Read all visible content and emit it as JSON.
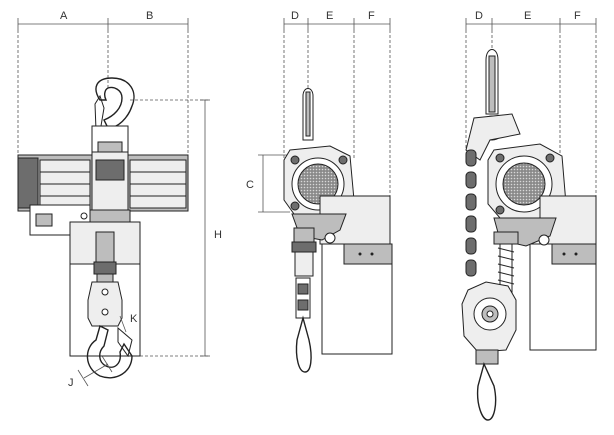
{
  "dimension_labels": {
    "A": "A",
    "B": "B",
    "C": "C",
    "D": "D",
    "E": "E",
    "F": "F",
    "H": "H",
    "J": "J",
    "K": "K"
  }
}
